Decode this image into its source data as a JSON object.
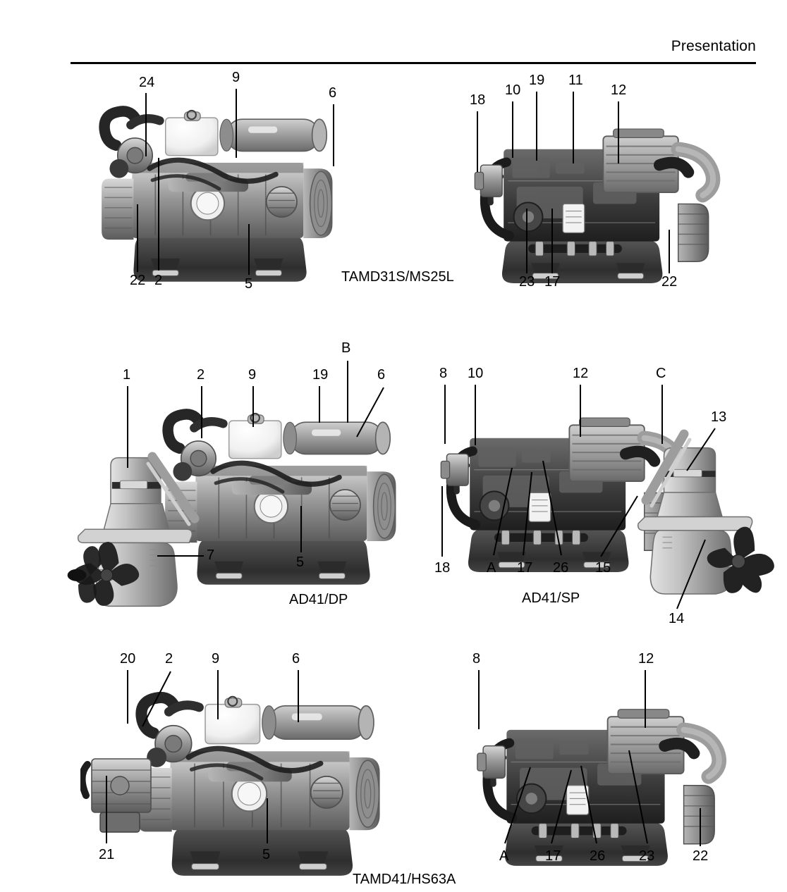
{
  "header": {
    "title": "Presentation"
  },
  "figures": [
    {
      "id": "fig-tamd31s",
      "caption": "TAMD31S/MS25L",
      "callouts_top": [
        "24",
        "9",
        "6"
      ],
      "callouts_bottom": [
        "22",
        "2",
        "5"
      ]
    },
    {
      "id": "fig-tamd31s-rear",
      "caption": "",
      "callouts_top": [
        "18",
        "10",
        "19",
        "11",
        "12"
      ],
      "callouts_bottom": [
        "23",
        "17",
        "22"
      ]
    },
    {
      "id": "fig-ad41dp",
      "caption": "AD41/DP",
      "callouts_top": [
        "1",
        "2",
        "9",
        "19",
        "B",
        "6"
      ],
      "callouts_bottom": [
        "7",
        "5"
      ]
    },
    {
      "id": "fig-ad41sp",
      "caption": "AD41/SP",
      "callouts_top": [
        "8",
        "10",
        "12",
        "C",
        "13"
      ],
      "callouts_bottom": [
        "18",
        "A",
        "17",
        "26",
        "15",
        "14"
      ]
    },
    {
      "id": "fig-tamd41hs63a",
      "caption": "TAMD41/HS63A",
      "callouts_top": [
        "20",
        "2",
        "9",
        "6"
      ],
      "callouts_bottom": [
        "21",
        "5"
      ]
    },
    {
      "id": "fig-tamd41hs63a-rear",
      "caption": "",
      "callouts_top": [
        "8",
        "12"
      ],
      "callouts_bottom": [
        "A",
        "17",
        "26",
        "23",
        "22"
      ]
    }
  ],
  "labels": {
    "n1": "1",
    "n2": "2",
    "n5": "5",
    "n6": "6",
    "n7": "7",
    "n8": "8",
    "n9": "9",
    "n10": "10",
    "n11": "11",
    "n12": "12",
    "n13": "13",
    "n14": "14",
    "n15": "15",
    "n17": "17",
    "n18": "18",
    "n19": "19",
    "n20": "20",
    "n21": "21",
    "n22": "22",
    "n23": "23",
    "n24": "24",
    "n26": "26",
    "A": "A",
    "B": "B",
    "C": "C"
  },
  "colors": {
    "ink": "#000000",
    "page_background": "#ffffff",
    "photo_dark": "#2b2b2b",
    "photo_mid": "#7d7d7d",
    "photo_light": "#c9c9c9"
  }
}
